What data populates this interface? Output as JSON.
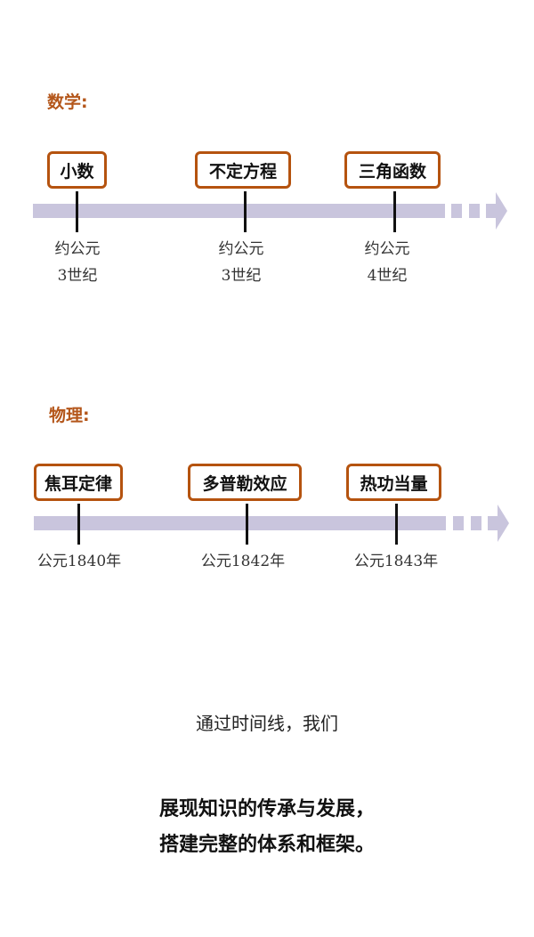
{
  "sections": [
    {
      "title": "数学:",
      "events": [
        {
          "label": "小数",
          "date_lines": [
            "约公元",
            "3世纪"
          ]
        },
        {
          "label": "不定方程",
          "date_lines": [
            "约公元",
            "3世纪"
          ]
        },
        {
          "label": "三角函数",
          "date_lines": [
            "约公元",
            "4世纪"
          ]
        }
      ]
    },
    {
      "title": "物理:",
      "events": [
        {
          "label": "焦耳定律",
          "date_lines": [
            "公元1840年"
          ]
        },
        {
          "label": "多普勒效应",
          "date_lines": [
            "公元1842年"
          ]
        },
        {
          "label": "热功当量",
          "date_lines": [
            "公元1843年"
          ]
        }
      ]
    }
  ],
  "captions": {
    "intro": "通过时间线，我们",
    "conclusion_lines": [
      "展现知识的传承与发展，",
      "搭建完整的体系和框架。"
    ]
  },
  "colors": {
    "title": "#b4561a",
    "box_border": "#b5530f",
    "timeline_bar": "#c9c5dd"
  }
}
